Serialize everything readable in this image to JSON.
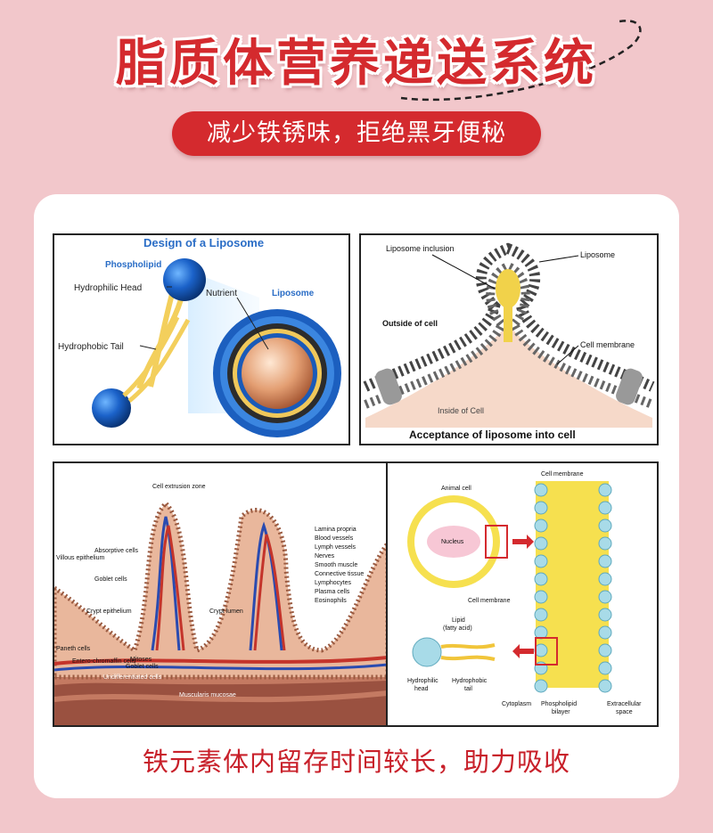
{
  "header": {
    "title": "脂质体营养递送系统",
    "subtitle": "减少铁锈味，拒绝黑牙便秘"
  },
  "panels": {
    "liposome_design": {
      "title": "Design of a Liposome",
      "phospholipid": "Phospholipid",
      "hydrophilic_head": "Hydrophilic Head",
      "hydrophobic_tail": "Hydrophobic Tail",
      "nutrient": "Nutrient",
      "liposome": "Liposome"
    },
    "cell_uptake": {
      "liposome_inclusion": "Liposome inclusion",
      "liposome": "Liposome",
      "outside": "Outside of cell",
      "cell_membrane": "Cell membrane",
      "inside": "Inside of Cell",
      "caption": "Acceptance of liposome into cell"
    },
    "intestine": {
      "extrusion_zone": "Cell extrusion zone",
      "villous": "Villous epithelium",
      "absorptive": "Absorptive cells",
      "goblet": "Goblet cells",
      "crypt_epi": "Crypt epithelium",
      "paneth": "Paneth cells",
      "entero": "Entero-chromaffin cells",
      "mitoses": "Mitoses",
      "goblet2": "Goblet cells",
      "undiff": "Undifferentiated cells",
      "crypt_lumen": "Crypt lumen",
      "musc": "Muscularis mucosae",
      "lamina_list": [
        "Lamina propria",
        "Blood vessels",
        "Lymph vessels",
        "Nerves",
        "Smooth muscle",
        "Connective tissue",
        "Lymphocytes",
        "Plasma cells",
        "Eosinophils"
      ]
    },
    "membrane": {
      "cell_membrane": "Cell membrane",
      "animal_cell": "Animal cell",
      "nucleus": "Nucleus",
      "cell_membrane_label": "Cell membrane",
      "lipid": "Lipid",
      "fatty_acid": "(fatty acid)",
      "hydrophilic": "Hydrophilic",
      "head": "head",
      "hydrophobic": "Hydrophobic",
      "tail": "tail",
      "cytoplasm": "Cytoplasm",
      "phospholipid": "Phospholipid",
      "bilayer": "bilayer",
      "extracellular": "Extracellular",
      "space": "space"
    }
  },
  "footer": {
    "text": "铁元素体内留存时间较长，助力吸收"
  },
  "colors": {
    "background": "#f2c7cb",
    "accent": "#d42a2e",
    "card": "#ffffff"
  }
}
